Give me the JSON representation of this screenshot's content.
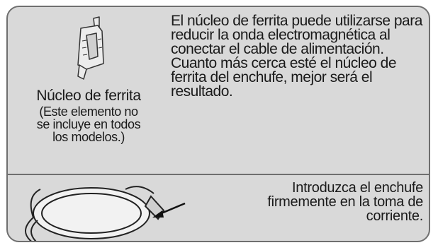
{
  "ferrite": {
    "title": "Núcleo de ferrita",
    "note": "(Este elemento no se incluye en todos los modelos.)"
  },
  "description": {
    "paragraph1": "El núcleo de ferrita puede utilizarse para reducir la onda electromagnética al conectar el cable de alimentación.",
    "paragraph2": "Cuanto más cerca esté el núcleo de ferrita del enchufe, mejor será el resultado."
  },
  "plug": {
    "instruction": "Introduzca el enchufe firmemente en la toma de corriente."
  },
  "icons": [
    "ferrite-core-icon",
    "power-cable-illustration",
    "arrow-icon"
  ],
  "colors": {
    "panel": "#d9d9d9",
    "border": "#6f6f6f",
    "text": "#1a1a1a"
  }
}
